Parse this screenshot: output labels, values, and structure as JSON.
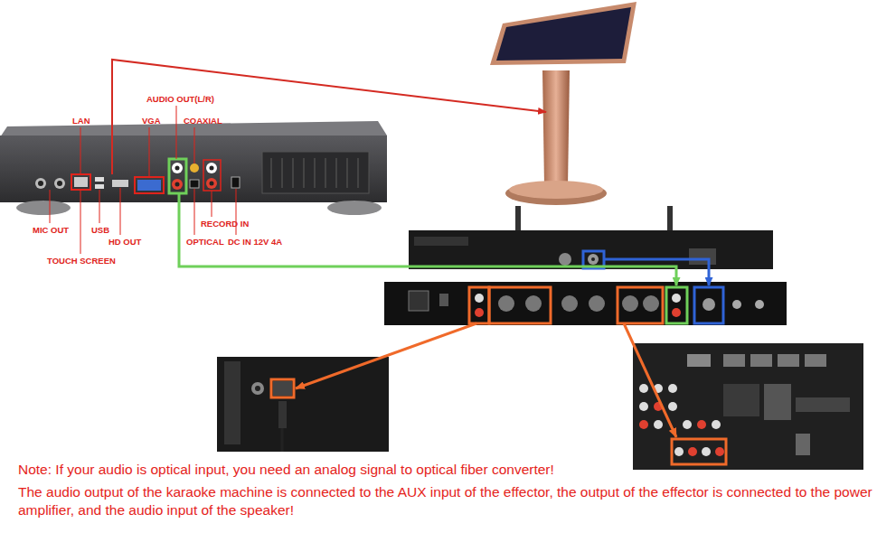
{
  "diagram": {
    "labels": [
      "AUDIO OUT(L/R)",
      "LAN",
      "VGA",
      "COAXIAL",
      "MIC OUT",
      "USB",
      "HD OUT",
      "RECORD IN",
      "TOUCH SCREEN",
      "OPTICAL",
      "DC IN 12V 4A",
      "Note: If your audio is optical input, you need an analog signal to optical fiber converter!",
      "The audio output of the karaoke machine is connected to the AUX input of the effector, the output of the effector is connected to the power amplifier, and the audio input of the speaker!"
    ]
  }
}
